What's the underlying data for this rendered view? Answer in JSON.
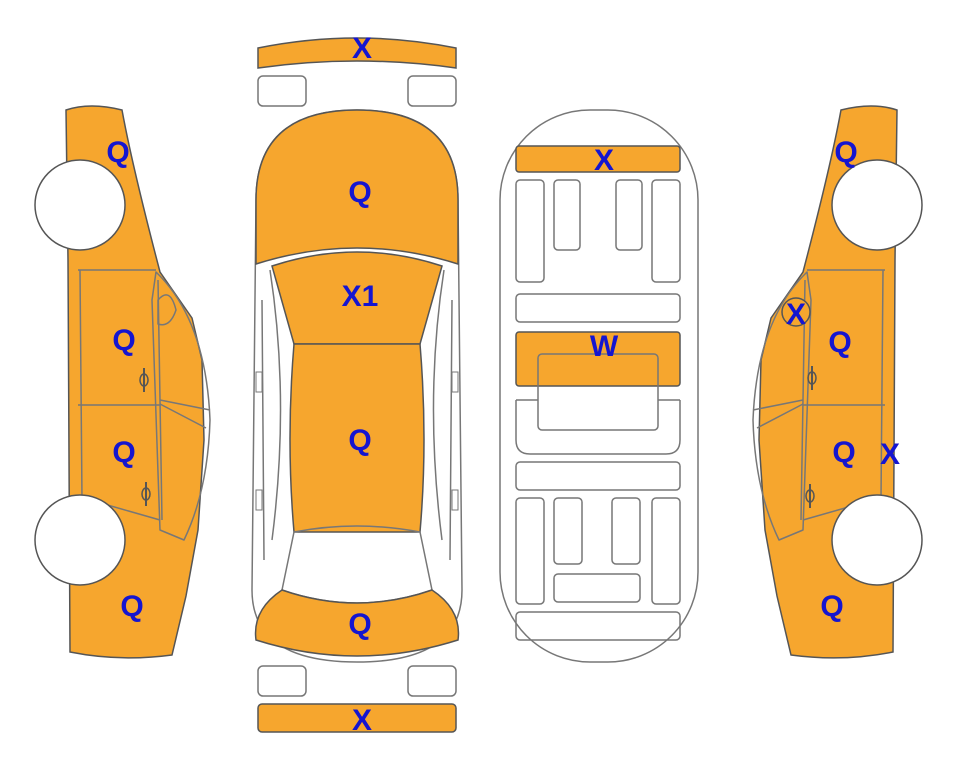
{
  "colors": {
    "damage_fill": "#F6A62E",
    "label": "#1515D0",
    "outline": "#555555",
    "tire": "#FFFFFF"
  },
  "marks": {
    "front_bumper": "X",
    "rear_bumper": "X",
    "hood": "Q",
    "windshield": "X1",
    "roof": "Q",
    "trunk_lid": "Q",
    "dashboard": "X",
    "floor_panel": "W",
    "left_front_fender": "Q",
    "left_front_door": "Q",
    "left_rear_door": "Q",
    "left_rear_quarter": "Q",
    "right_mirror": "X",
    "right_front_fender": "Q",
    "right_front_door": "Q",
    "right_rear_door": "Q",
    "right_rear_quarter": "Q",
    "right_rocker": "X"
  }
}
